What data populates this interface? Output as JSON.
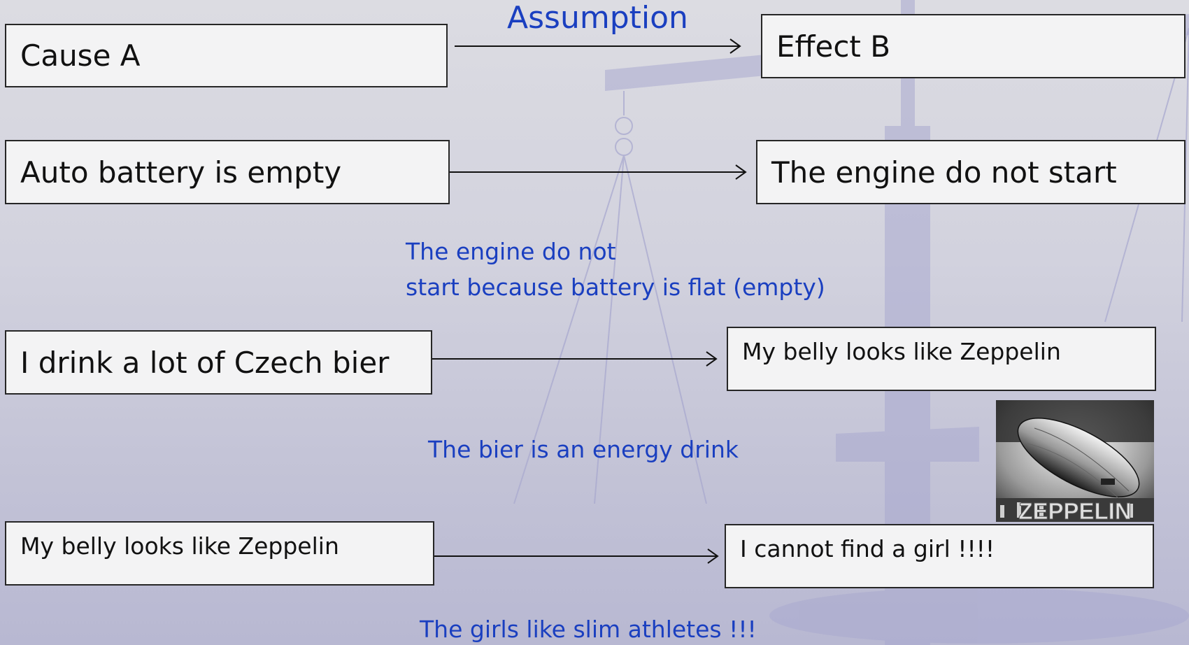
{
  "header": {
    "assumption_label": "Assumption"
  },
  "rows": [
    {
      "cause": "Cause A",
      "effect": "Effect B"
    },
    {
      "cause": "Auto battery is empty",
      "effect": "The engine do not  start",
      "assumption_lines": [
        "The engine do not",
        "start because battery is flat (empty)"
      ]
    },
    {
      "cause": "I drink a lot of Czech bier",
      "effect": "My belly looks like Zeppelin",
      "assumption": "The bier is an energy drink"
    },
    {
      "cause": "My belly looks like Zeppelin",
      "effect": "I cannot find a girl !!!!",
      "assumption": "The girls like slim athletes !!!"
    }
  ],
  "photo": {
    "caption": "ZEPPELIN"
  },
  "colors": {
    "assumption_text": "#1a3fc0",
    "box_border": "#262626",
    "box_fill": "#f3f3f4"
  }
}
